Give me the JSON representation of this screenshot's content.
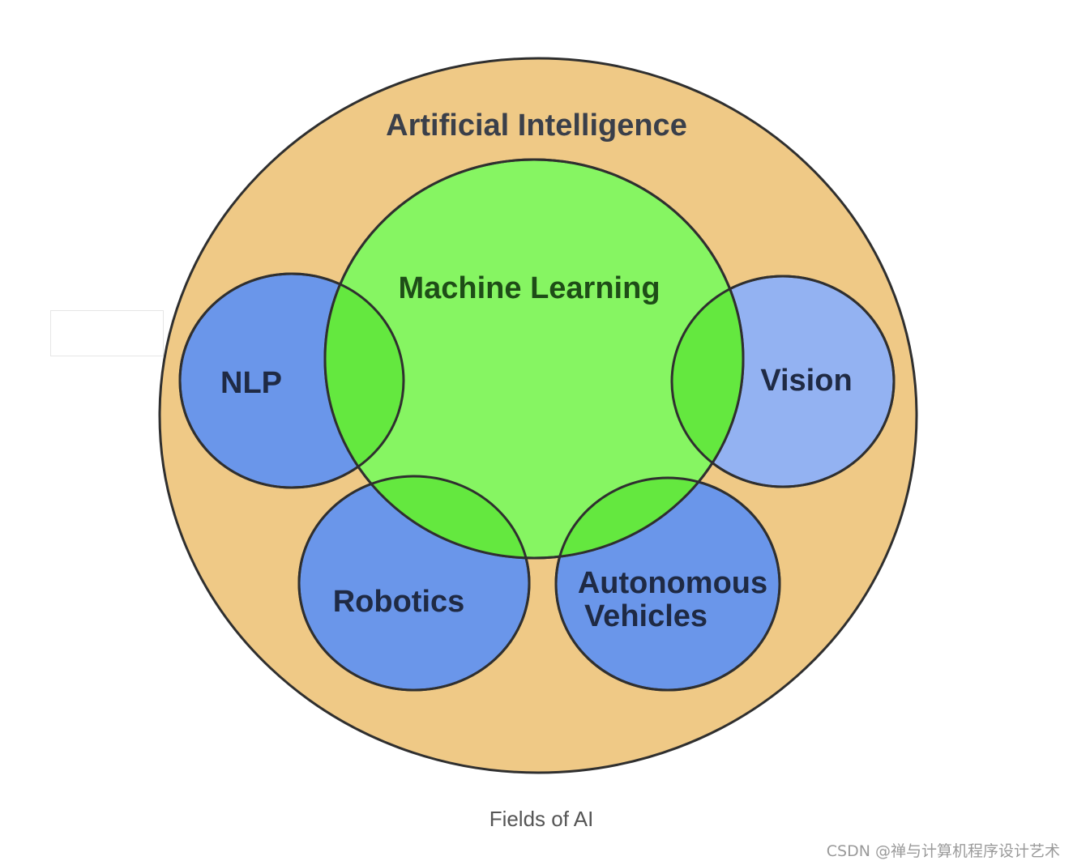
{
  "colors": {
    "ai_fill": "#efc986",
    "ml_fill": "#86f562",
    "overlap_fill": "#64e83f",
    "subfield_fill": "#6a96ea",
    "vision_fill": "#93b2f2",
    "stroke": "#2f2f2f"
  },
  "diagram": {
    "outer": {
      "label": "Artificial Intelligence"
    },
    "core": {
      "label": "Machine Learning"
    },
    "subfields": [
      {
        "id": "nlp",
        "lines": [
          "NLP"
        ]
      },
      {
        "id": "vision",
        "lines": [
          "Vision"
        ]
      },
      {
        "id": "robotics",
        "lines": [
          "Robotics"
        ]
      },
      {
        "id": "autonomous-vehicles",
        "lines": [
          "Autonomous",
          "Vehicles"
        ]
      }
    ]
  },
  "caption": "Fields of AI",
  "watermark": "CSDN @禅与计算机程序设计艺术"
}
